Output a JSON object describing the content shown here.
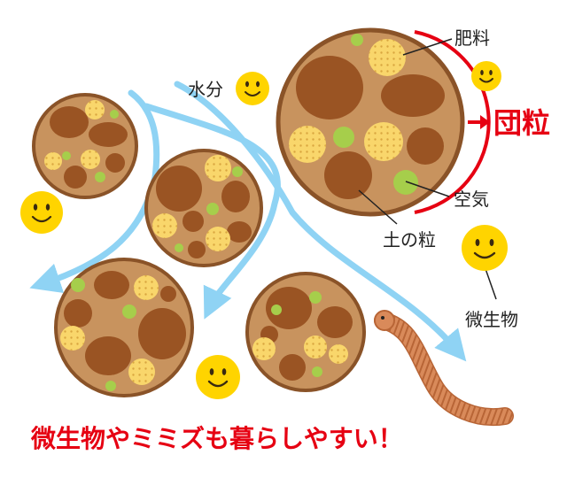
{
  "labels": {
    "fertilizer": "肥料",
    "aggregate": "団粒",
    "water": "水分",
    "air": "空気",
    "soil_particle": "土の粒",
    "microbes": "微生物"
  },
  "caption": "微生物やミミズも暮らしやすい！",
  "colors": {
    "crumb_fill": "#C8935E",
    "crumb_border": "#8A5328",
    "soil_particle": "#9A5423",
    "fertilizer": "#F9D66B",
    "fertilizer_dot": "#D9A640",
    "air": "#A6CE4B",
    "water_arrow": "#8FD3F4",
    "accent_red": "#E60012",
    "smiley": "#FFD400",
    "earthworm": "#D98A5A"
  },
  "icons": [
    "smiley-face-icon",
    "earthworm-icon",
    "water-arrow-icon",
    "aggregate-arrow-icon"
  ]
}
